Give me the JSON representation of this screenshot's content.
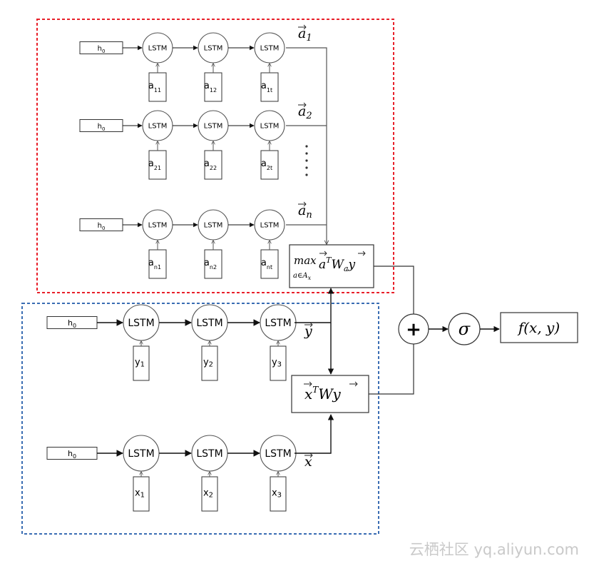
{
  "lstm_label": "LSTM",
  "h0_label": "h",
  "h0_sub": "0",
  "top_rows": [
    {
      "inputs": [
        {
          "b": "a",
          "s": "11"
        },
        {
          "b": "a",
          "s": "12"
        },
        {
          "b": "a",
          "s": "1t"
        }
      ],
      "output": {
        "base": "a",
        "sub": "1"
      }
    },
    {
      "inputs": [
        {
          "b": "a",
          "s": "21"
        },
        {
          "b": "a",
          "s": "22"
        },
        {
          "b": "a",
          "s": "2t"
        }
      ],
      "output": {
        "base": "a",
        "sub": "2"
      }
    },
    {
      "inputs": [
        {
          "b": "a",
          "s": "n1"
        },
        {
          "b": "a",
          "s": "n2"
        },
        {
          "b": "a",
          "s": "nt"
        }
      ],
      "output": {
        "base": "a",
        "sub": "n"
      }
    }
  ],
  "bottom_rows": [
    {
      "inputs": [
        {
          "b": "y",
          "s": "1"
        },
        {
          "b": "y",
          "s": "2"
        },
        {
          "b": "y",
          "s": "3"
        }
      ],
      "output": {
        "base": "y",
        "sub": ""
      }
    },
    {
      "inputs": [
        {
          "b": "x",
          "s": "1"
        },
        {
          "b": "x",
          "s": "2"
        },
        {
          "b": "x",
          "s": "3"
        }
      ],
      "output": {
        "base": "x",
        "sub": ""
      }
    }
  ],
  "max_box": {
    "max": "max",
    "expr": "a",
    "sup": "T",
    "w": "W",
    "wsub": "a",
    "y": "y",
    "under": "a∈A",
    "under_sub": "x"
  },
  "xwy_box": {
    "x": "x",
    "sup": "T",
    "w": "W",
    "y": "y"
  },
  "plus_symbol": "+",
  "sigma_symbol": "σ",
  "output_box": "f(x, y)",
  "watermark": "云栖社区 yq.aliyun.com",
  "colors": {
    "red_border": "#e8202a",
    "blue_border": "#3a6db3",
    "stroke": "#333333"
  }
}
